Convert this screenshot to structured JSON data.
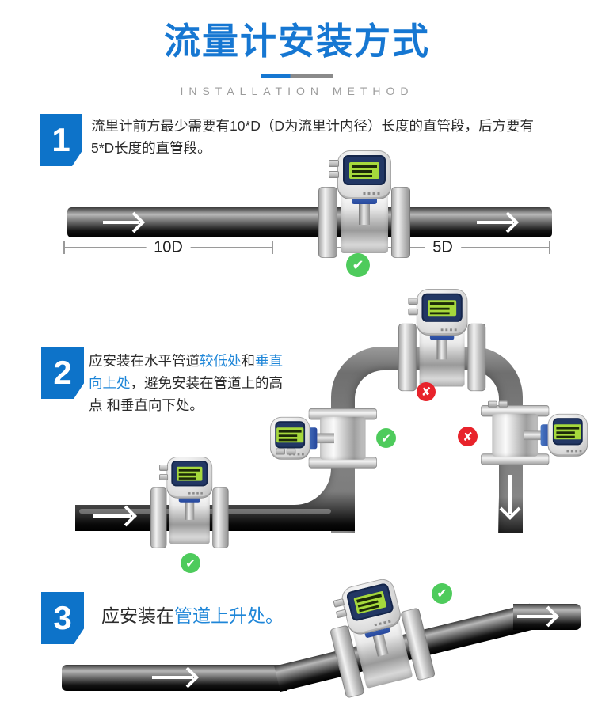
{
  "header": {
    "title": "流量计安装方式",
    "subtitle": "INSTALLATION METHOD"
  },
  "colors": {
    "accent_blue": "#1677d2",
    "badge_blue": "#0d73c9",
    "highlight_text_blue": "#1e86d8",
    "body_text": "#2b2b2b",
    "check_green": "#4ecb5c",
    "cross_red": "#e8232b",
    "divider_gray": "#8a8a8a"
  },
  "icons": {
    "check_glyph": "✔",
    "cross_glyph": "✘"
  },
  "sections": [
    {
      "number": "1",
      "segments": [
        "流里计前方最少需要有10*D（D为流里计内径）长度的直管段，后方要有5*D长度的直管段。"
      ],
      "diagram": {
        "upstream_label": "10D",
        "downstream_label": "5D"
      }
    },
    {
      "number": "2",
      "segments": [
        "应安装在水平管道",
        "较低处",
        "和",
        "垂直向上处",
        "，避免安装在管道上的高点 和垂直向下处。"
      ]
    },
    {
      "number": "3",
      "segments": [
        "应安装在",
        "管道上升处。"
      ]
    }
  ]
}
